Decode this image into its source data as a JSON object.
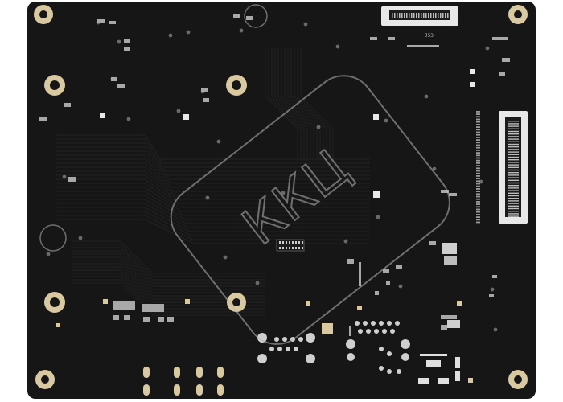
{
  "image": {
    "subject": "pcb-board-underside",
    "colors": {
      "background": "#ffffff",
      "board": "#161616",
      "trace": "#242424",
      "pad_gold": "#d9c9a0",
      "pad_silver": "#cfcfcf",
      "silkscreen": "#bdbdbd",
      "connector_white": "#e8e8e8",
      "watermark": "#b9b9b9"
    }
  },
  "board": {
    "labels": {
      "top_connector": "J53"
    }
  },
  "watermark": {
    "text": "ККЦ"
  }
}
